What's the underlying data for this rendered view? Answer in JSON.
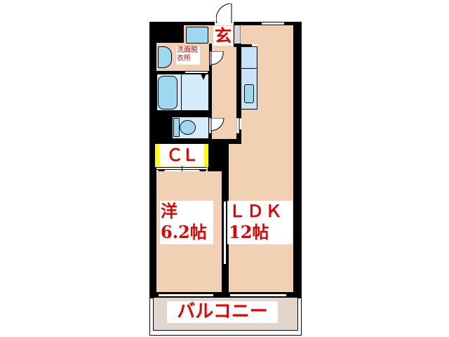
{
  "floor_plan": {
    "rooms": {
      "entrance": {
        "label": "玄"
      },
      "washroom": {
        "label_line1": "洗面脱",
        "label_line2": "衣所"
      },
      "closet": {
        "label": "ＣＬ"
      },
      "western_room": {
        "label_line1": "洋",
        "label_line2": "6.2帖"
      },
      "ldk": {
        "label_line1": "ＬＤＫ",
        "label_line2": "12帖"
      },
      "balcony": {
        "label": "バルコニー"
      }
    },
    "colors": {
      "wall": "#000000",
      "floor": "#f2d0b4",
      "wet_area": "#d2ecfa",
      "fixture": "#9ed8ef",
      "balcony": "#e2d6cc",
      "closet_highlight": "#ffff00",
      "label_text": "#e60000"
    }
  }
}
